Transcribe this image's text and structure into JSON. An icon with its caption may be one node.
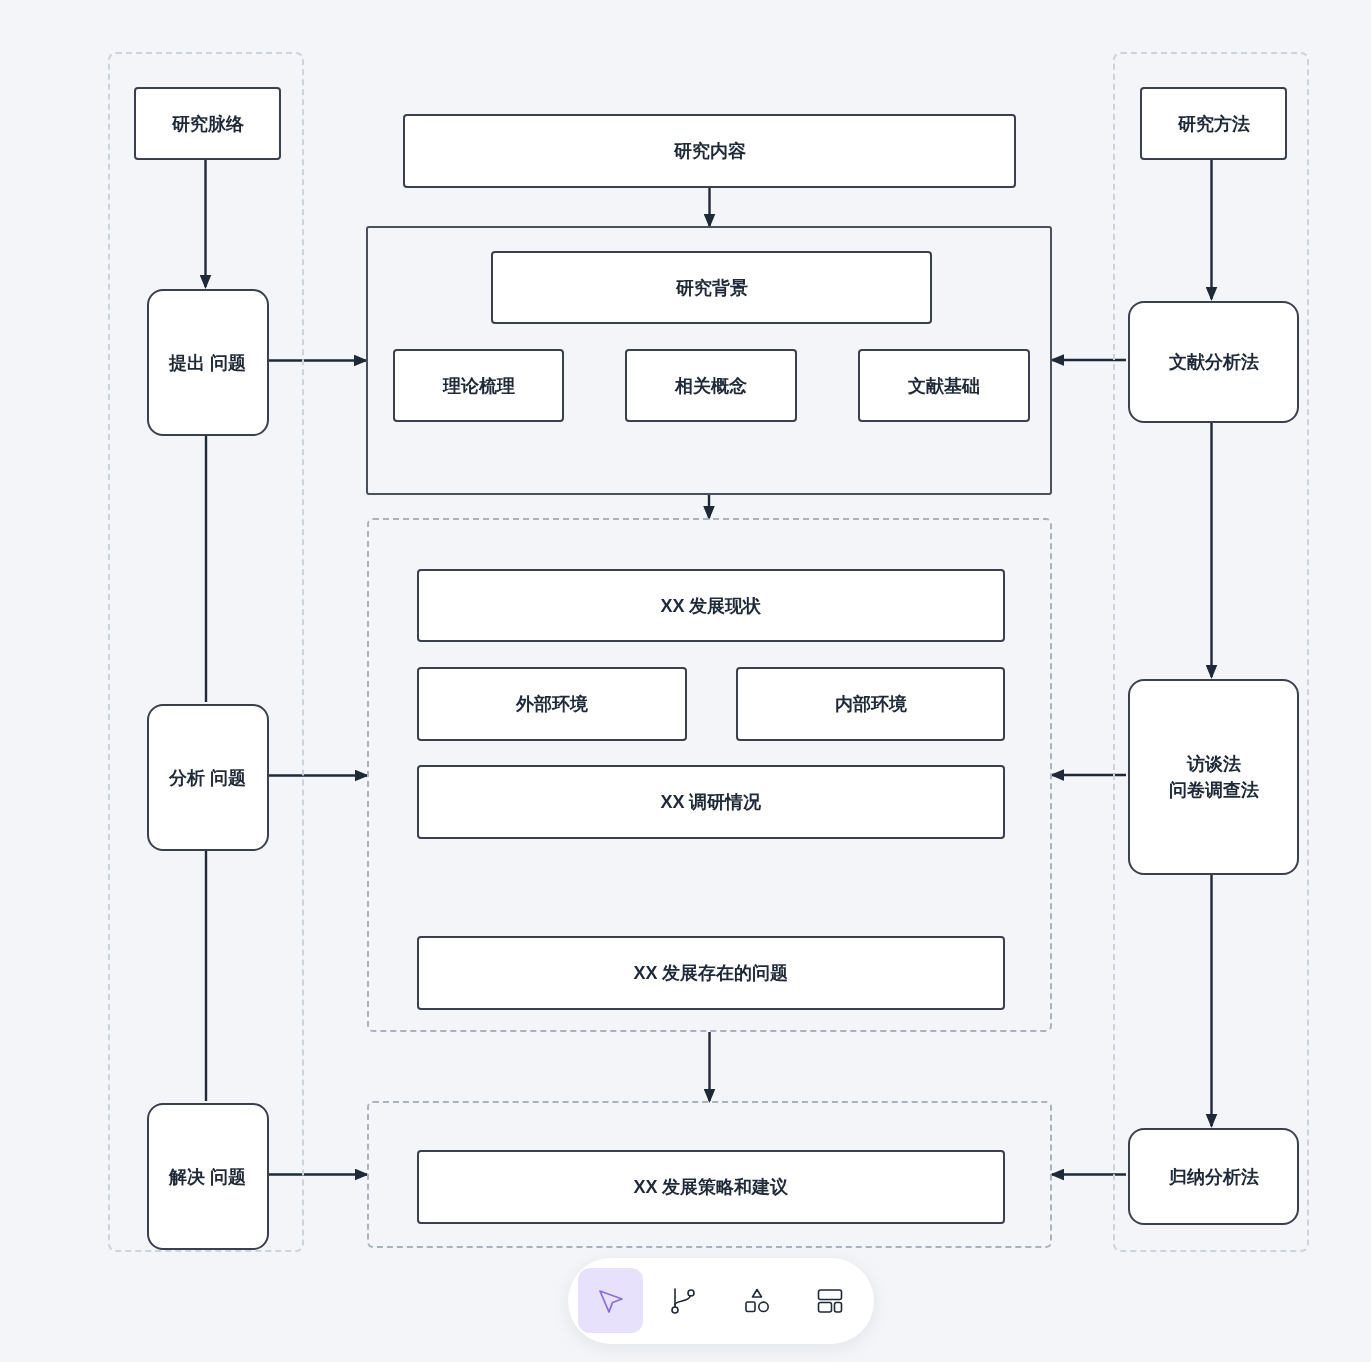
{
  "diagram": {
    "nodes": [
      {
        "text": [],
        "shape": "box"
      },
      {
        "text": [
          "研究脉络"
        ],
        "in": 0
      },
      {
        "text": [
          "提出 问题"
        ],
        "in": 0
      },
      {
        "text": [
          "分析 问题"
        ],
        "in": 0
      },
      {
        "text": [
          "解决 问题"
        ],
        "in": 0
      },
      {
        "text": [
          "研究内容"
        ]
      },
      {
        "text": [],
        "shape": "box"
      },
      {
        "text": [
          "研究背景"
        ],
        "in": 6
      },
      {
        "text": [
          "理论梳理"
        ],
        "in": 6
      },
      {
        "text": [
          "相关概念"
        ],
        "in": 6
      },
      {
        "text": [
          "文献基础"
        ],
        "in": 6
      },
      {
        "text": [],
        "shape": "box"
      },
      {
        "text": [
          "XX 发展现状"
        ],
        "in": 11
      },
      {
        "text": [
          "外部环境"
        ],
        "in": 11
      },
      {
        "text": [
          "内部环境"
        ],
        "in": 11
      },
      {
        "text": [
          "XX 调研情况"
        ],
        "in": 11
      },
      {
        "text": [
          "XX 发展存在的问题"
        ],
        "in": 11
      },
      {
        "text": [],
        "shape": "box"
      },
      {
        "text": [
          "XX 发展策略和建议"
        ],
        "in": 17
      },
      {
        "text": [],
        "shape": "box"
      },
      {
        "text": [
          "研究方法"
        ],
        "in": 19
      },
      {
        "text": [
          "文献分析法"
        ],
        "in": 19
      },
      {
        "text": [
          "访谈法",
          "问卷调查法"
        ],
        "in": 19
      },
      {
        "text": [
          "归纳分析法"
        ],
        "in": 19
      }
    ],
    "edges": [
      {
        "from": 1,
        "to": 2,
        "arrow": "to"
      },
      {
        "from": 2,
        "to": 3,
        "arrow": "none"
      },
      {
        "from": 3,
        "to": 4,
        "arrow": "none"
      },
      {
        "from": 2,
        "to": 6,
        "arrow": "to"
      },
      {
        "from": 3,
        "to": 11,
        "arrow": "to"
      },
      {
        "from": 4,
        "to": 17,
        "arrow": "to"
      },
      {
        "from": 5,
        "to": 6,
        "arrow": "to"
      },
      {
        "from": 6,
        "to": 11,
        "arrow": "to"
      },
      {
        "from": 11,
        "to": 17,
        "arrow": "to"
      },
      {
        "from": 20,
        "to": 21,
        "arrow": "to"
      },
      {
        "from": 21,
        "to": 22,
        "arrow": "to"
      },
      {
        "from": 22,
        "to": 23,
        "arrow": "to"
      },
      {
        "from": 21,
        "to": 6,
        "arrow": "to"
      },
      {
        "from": 22,
        "to": 11,
        "arrow": "to"
      },
      {
        "from": 23,
        "to": 17,
        "arrow": "to"
      }
    ]
  }
}
